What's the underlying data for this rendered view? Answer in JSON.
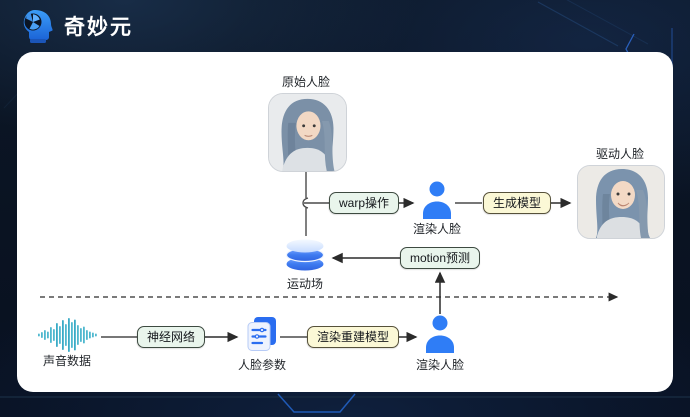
{
  "header": {
    "logo_text": "奇妙元"
  },
  "diagram": {
    "nodes": {
      "original_face": "原始人脸",
      "warp_op": "warp操作",
      "render_face_top": "渲染人脸",
      "gen_model": "生成模型",
      "driven_face": "驱动人脸",
      "motion_field": "运动场",
      "motion_pred": "motion预测",
      "audio_data": "声音数据",
      "neural_net": "神经网络",
      "face_params": "人脸参数",
      "render_recon": "渲染重建模型",
      "render_face_bottom": "渲染人脸"
    },
    "colors": {
      "background_navy": "#0a1322",
      "card_white": "#ffffff",
      "process_box_green": "#e9f5ec",
      "model_box_yellow": "#fbf8d6",
      "person_icon_blue": "#2f7df6",
      "cylinder_blue": "#3e7bf0",
      "waveform_cyan": "#4fb8cf",
      "document_blue": "#2a6df0",
      "connector_dark": "#3a3a3a",
      "logo_blue": "#2e8bf7",
      "circuit_line_blue": "#2160c4"
    },
    "icons": [
      "logo-head-icon",
      "original-face-image",
      "driven-face-image",
      "person-icon",
      "database-cylinder-icon",
      "audio-waveform-icon",
      "document-stack-icon",
      "timeline-dashed-arrow"
    ]
  }
}
